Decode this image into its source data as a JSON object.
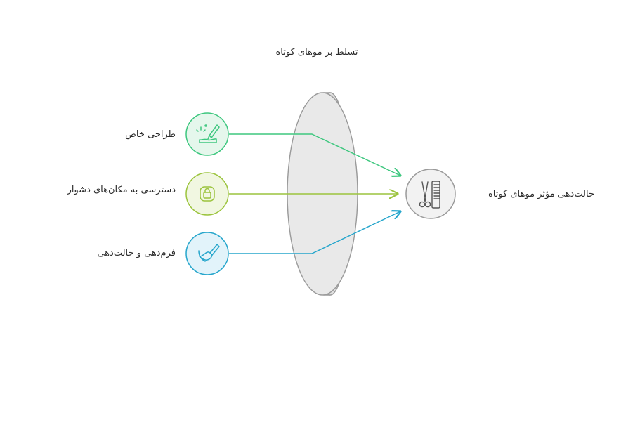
{
  "title": "تسلط بر موهای کوتاه",
  "inputs": [
    {
      "label": "طراحی خاص",
      "icon": "pencil-sketch-icon",
      "color": "#3ec77f",
      "fill": "#e5f7ec"
    },
    {
      "label": "دسترسی به مکان‌های دشوار",
      "icon": "lock-icon",
      "color": "#9cc43e",
      "fill": "#f1f7e1"
    },
    {
      "label": "فرم‌دهی و حالت‌دهی",
      "icon": "brush-icon",
      "color": "#26a6cc",
      "fill": "#e2f3fa"
    }
  ],
  "output": {
    "label": "حالت‌دهی مؤثر موهای کوتاه",
    "icon": "scissors-comb-icon",
    "color": "#9a9a9a"
  },
  "lens": {
    "fill": "#e8e8e8",
    "stroke": "#9a9a9a"
  }
}
